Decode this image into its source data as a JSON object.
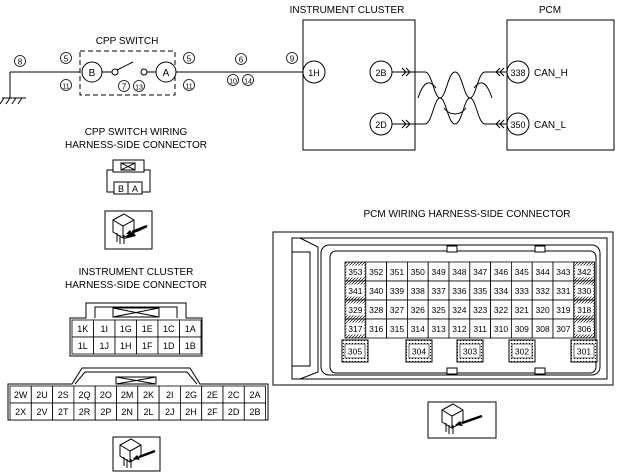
{
  "top": {
    "cpp_switch_title": "CPP SWITCH",
    "instrument_cluster_title": "INSTRUMENT CLUSTER",
    "pcm_title": "PCM",
    "terminal_B": "B",
    "terminal_A": "A",
    "terminal_1H": "1H",
    "terminal_2B": "2B",
    "terminal_2D": "2D",
    "terminal_338": "338",
    "terminal_350": "350",
    "can_h": "CAN_H",
    "can_l": "CAN_L",
    "circ_5_left": "5",
    "circ_11_left": "11",
    "circ_8": "8",
    "circ_7": "7",
    "circ_13": "13",
    "circ_5_right": "5",
    "circ_11_right": "11",
    "circ_6": "6",
    "circ_10": "10",
    "circ_14": "14",
    "circ_9": "9"
  },
  "cpp_connector": {
    "title_line1": "CPP SWITCH WIRING",
    "title_line2": "HARNESS-SIDE CONNECTOR",
    "pins": [
      "B",
      "A"
    ]
  },
  "ic_connector": {
    "title_line1": "INSTRUMENT CLUSTER",
    "title_line2": "HARNESS-SIDE CONNECTOR",
    "small_row1": [
      "1K",
      "1I",
      "1G",
      "1E",
      "1C",
      "1A"
    ],
    "small_row2": [
      "1L",
      "1J",
      "1H",
      "1F",
      "1D",
      "1B"
    ],
    "big_row1": [
      "2W",
      "2U",
      "2S",
      "2Q",
      "2O",
      "2M",
      "2K",
      "2I",
      "2G",
      "2E",
      "2C",
      "2A"
    ],
    "big_row2": [
      "2X",
      "2V",
      "2T",
      "2R",
      "2P",
      "2N",
      "2L",
      "2J",
      "2H",
      "2F",
      "2D",
      "2B"
    ]
  },
  "pcm_connector": {
    "title": "PCM WIRING HARNESS-SIDE CONNECTOR",
    "rows": [
      [
        "353",
        "352",
        "351",
        "350",
        "349",
        "348",
        "347",
        "346",
        "345",
        "344",
        "343",
        "342"
      ],
      [
        "341",
        "340",
        "339",
        "338",
        "337",
        "336",
        "335",
        "334",
        "333",
        "332",
        "331",
        "330"
      ],
      [
        "329",
        "328",
        "327",
        "326",
        "325",
        "324",
        "323",
        "322",
        "321",
        "320",
        "319",
        "318"
      ],
      [
        "317",
        "316",
        "315",
        "314",
        "313",
        "312",
        "311",
        "310",
        "309",
        "308",
        "307",
        "306"
      ]
    ],
    "big_pins": [
      "305",
      "304",
      "303",
      "302",
      "301"
    ]
  }
}
